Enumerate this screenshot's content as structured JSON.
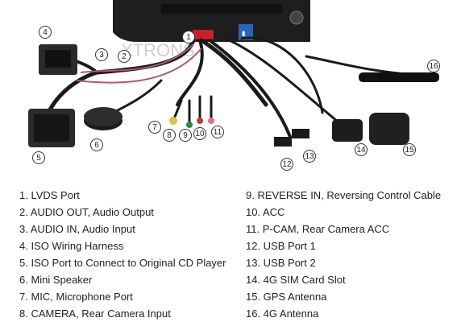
{
  "legend": {
    "left": [
      "1. LVDS Port",
      "2. AUDIO OUT, Audio Output",
      "3. AUDIO IN, Audio Input",
      "4. ISO Wiring Harness",
      "5. ISO Port to Connect to Original CD Player",
      "6. Mini Speaker",
      "7. MIC, Microphone Port",
      "8. CAMERA, Rear Camera Input"
    ],
    "right": [
      "9. REVERSE IN, Reversing Control Cable",
      "10. ACC",
      "11. P-CAM, Rear Camera ACC",
      "12. USB Port 1",
      "13. USB Port 2",
      "14. 4G SIM Card Slot",
      "15. GPS Antenna",
      "16. 4G Antenna"
    ]
  },
  "callouts": [
    "1",
    "2",
    "3",
    "4",
    "5",
    "6",
    "7",
    "8",
    "9",
    "10",
    "11",
    "12",
    "13",
    "14",
    "15",
    "16"
  ],
  "watermark": "XTRONS"
}
